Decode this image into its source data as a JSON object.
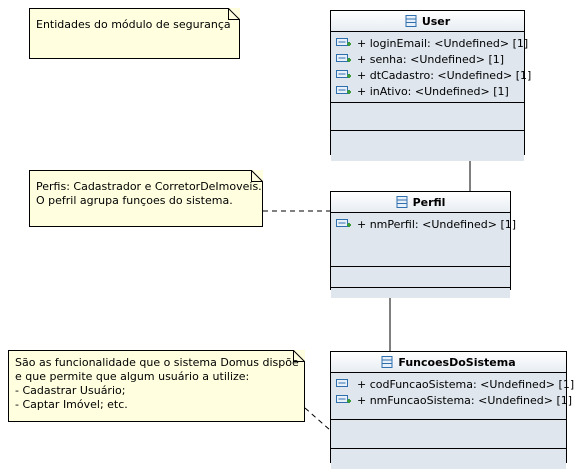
{
  "notes": {
    "module_note": "Entidades do módulo de segurança",
    "perfil_note": "Perfis: Cadastrador e CorretorDeImoveis.\nO pefril agrupa funçoes do sistema.",
    "funcoes_note": "São as funcionalidade que o sistema Domus dispõe\ne que permite que algum usuário a utilize:\n- Cadastrar Usuário;\n- Captar Imóvel; etc."
  },
  "classes": {
    "user": {
      "name": "User",
      "attributes": [
        "+ loginEmail: <Undefined> [1]",
        "+ senha: <Undefined> [1]",
        "+ dtCadastro: <Undefined> [1]",
        "+ inAtivo: <Undefined> [1]"
      ]
    },
    "perfil": {
      "name": "Perfil",
      "attributes": [
        "+ nmPerfil: <Undefined> [1]"
      ]
    },
    "funcoes": {
      "name": "FuncoesDoSistema",
      "attributes": [
        "+ codFuncaoSistema: <Undefined> [1]",
        "+ nmFuncaoSistema: <Undefined> [1]"
      ]
    }
  },
  "colors": {
    "note_fill": "#ffffe0",
    "class_fill": "#d8e1ea",
    "icon_blue": "#2f6fad",
    "icon_green": "#3a9a3a"
  }
}
